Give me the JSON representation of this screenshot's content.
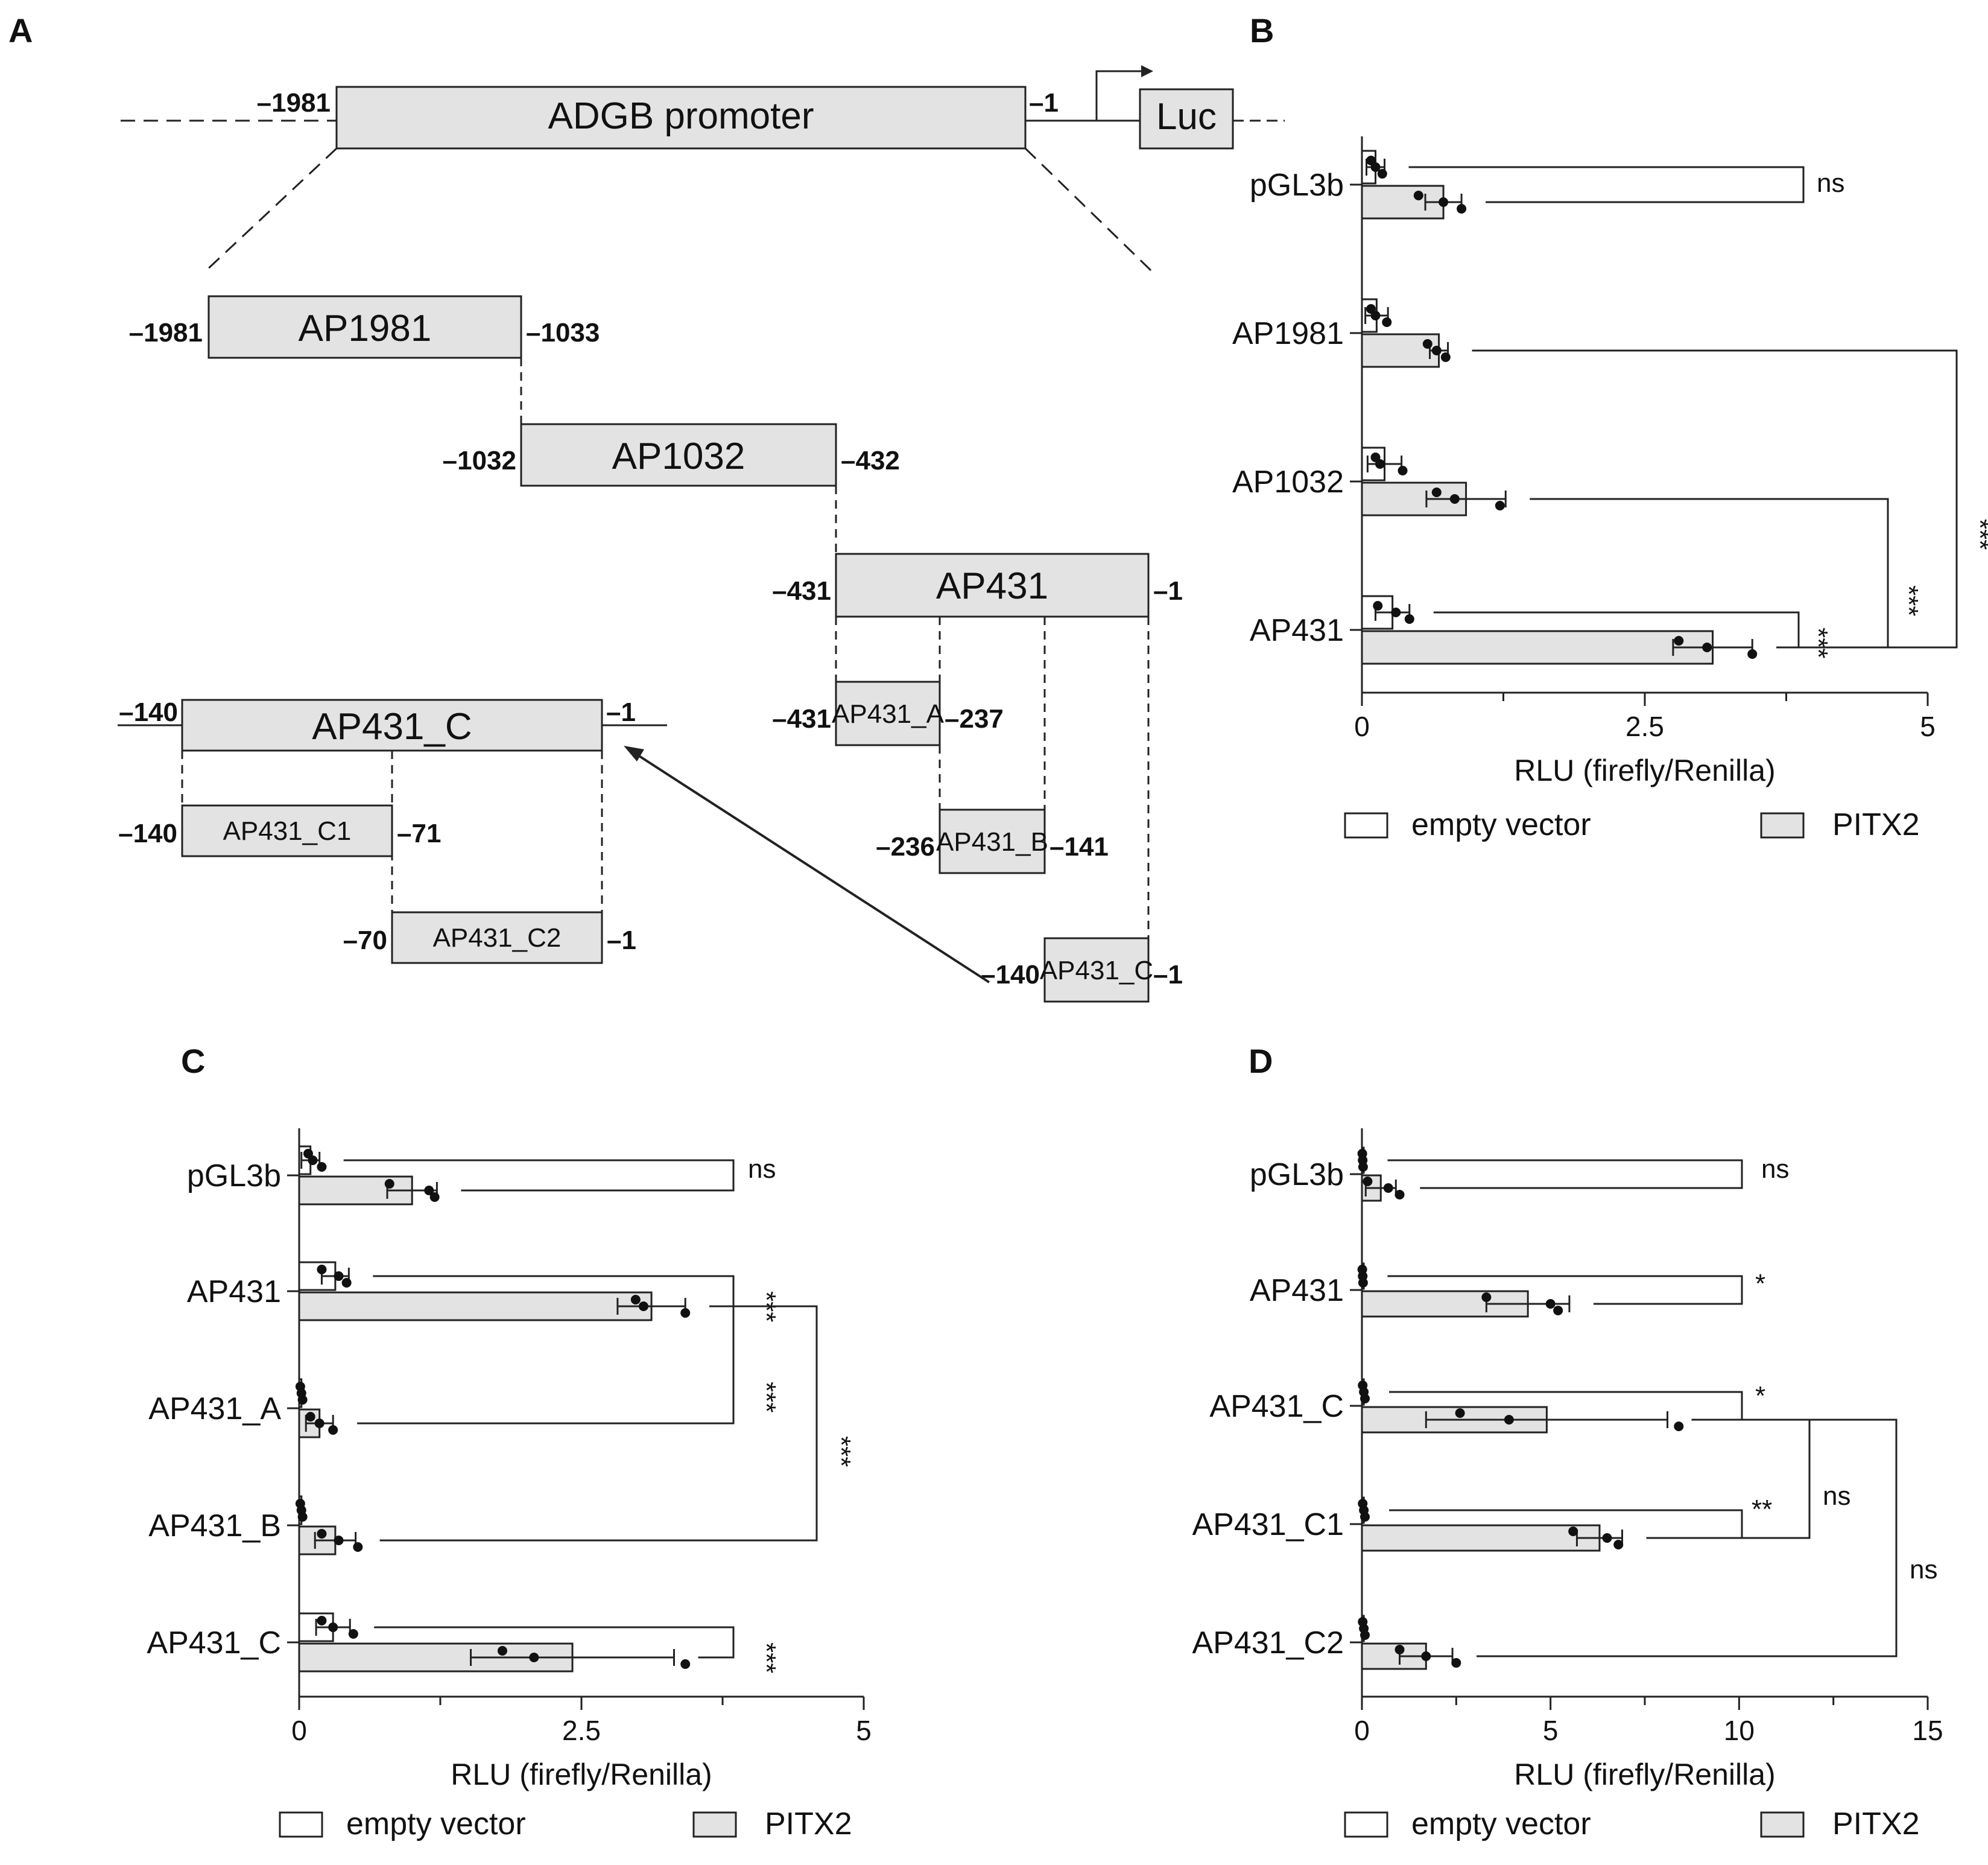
{
  "panels": {
    "A": {
      "label": "A",
      "promoter": {
        "name": "ADGB promoter",
        "start": "–1981",
        "end": "–1",
        "reporter": "Luc"
      },
      "constructs": [
        {
          "id": "AP1981",
          "name": "AP1981",
          "start": "–1981",
          "end": "–1033"
        },
        {
          "id": "AP1032",
          "name": "AP1032",
          "start": "–1032",
          "end": "–432"
        },
        {
          "id": "AP431",
          "name": "AP431",
          "start": "–431",
          "end": "–1"
        },
        {
          "id": "AP431_A",
          "name": "AP431_A",
          "start": "–431",
          "end": "–237"
        },
        {
          "id": "AP431_B",
          "name": "AP431_B",
          "start": "–236",
          "end": "–141"
        },
        {
          "id": "AP431_C",
          "name": "AP431_C",
          "start": "–140",
          "end": "–1"
        },
        {
          "id": "AP431_C_zoom",
          "name": "AP431_C",
          "start": "–140",
          "end": "–1"
        },
        {
          "id": "AP431_C1",
          "name": "AP431_C1",
          "start": "–140",
          "end": "–71"
        },
        {
          "id": "AP431_C2",
          "name": "AP431_C2",
          "start": "–70",
          "end": "–1"
        }
      ]
    },
    "B": {
      "label": "B"
    },
    "C": {
      "label": "C"
    },
    "D": {
      "label": "D"
    }
  },
  "legend": {
    "empty_vector": "empty vector",
    "pitx2": "PITX2"
  },
  "colors": {
    "empty_fill": "#ffffff",
    "pitx2_fill": "#e3e3e3",
    "stroke": "#222222"
  },
  "chart_data": [
    {
      "panel": "B",
      "type": "bar",
      "orientation": "horizontal",
      "xlabel": "RLU (firefly/Renilla)",
      "xlim": [
        0,
        5
      ],
      "xticks": [
        0,
        2.5,
        5
      ],
      "xtick_labels": [
        "0",
        "2.5",
        "5"
      ],
      "categories": [
        "pGL3b",
        "AP1981",
        "AP1032",
        "AP431"
      ],
      "series": [
        {
          "name": "empty vector",
          "values": [
            0.12,
            0.13,
            0.2,
            0.27
          ],
          "errors": [
            0.08,
            0.1,
            0.15,
            0.15
          ],
          "points": [
            [
              0.08,
              0.12,
              0.18
            ],
            [
              0.08,
              0.12,
              0.22
            ],
            [
              0.12,
              0.16,
              0.36
            ],
            [
              0.14,
              0.3,
              0.42
            ]
          ]
        },
        {
          "name": "PITX2",
          "values": [
            0.72,
            0.68,
            0.92,
            3.1
          ],
          "errors": [
            0.16,
            0.08,
            0.35,
            0.35
          ],
          "points": [
            [
              0.5,
              0.72,
              0.88
            ],
            [
              0.58,
              0.66,
              0.74
            ],
            [
              0.66,
              0.82,
              1.22
            ],
            [
              2.8,
              3.05,
              3.45
            ]
          ]
        }
      ],
      "significance": [
        {
          "label": "ns",
          "from": "pGL3b empty vector",
          "to": "pGL3b PITX2"
        },
        {
          "label": "***",
          "from": "AP431 empty vector",
          "to": "AP431 PITX2"
        },
        {
          "label": "***",
          "from": "AP1032 PITX2",
          "to": "AP431 PITX2"
        },
        {
          "label": "***",
          "from": "AP1981 PITX2",
          "to": "AP431 PITX2"
        }
      ]
    },
    {
      "panel": "C",
      "type": "bar",
      "orientation": "horizontal",
      "xlabel": "RLU (firefly/Renilla)",
      "xlim": [
        0,
        5
      ],
      "xticks": [
        0,
        2.5,
        5
      ],
      "xtick_labels": [
        "0",
        "2.5",
        "5"
      ],
      "categories": [
        "pGL3b",
        "AP431",
        "AP431_A",
        "AP431_B",
        "AP431_C"
      ],
      "series": [
        {
          "name": "empty vector",
          "values": [
            0.1,
            0.32,
            0.02,
            0.02,
            0.3
          ],
          "errors": [
            0.08,
            0.12,
            0.02,
            0.02,
            0.15
          ],
          "points": [
            [
              0.08,
              0.12,
              0.2
            ],
            [
              0.2,
              0.35,
              0.42
            ],
            [
              0.01,
              0.02,
              0.03
            ],
            [
              0.01,
              0.02,
              0.03
            ],
            [
              0.2,
              0.3,
              0.48
            ]
          ]
        },
        {
          "name": "PITX2",
          "values": [
            1.0,
            3.12,
            0.18,
            0.32,
            2.42
          ],
          "errors": [
            0.22,
            0.3,
            0.12,
            0.18,
            0.9
          ],
          "points": [
            [
              0.8,
              1.15,
              1.2
            ],
            [
              2.98,
              3.05,
              3.42
            ],
            [
              0.1,
              0.18,
              0.3
            ],
            [
              0.2,
              0.35,
              0.52
            ],
            [
              1.8,
              2.08,
              3.42
            ]
          ]
        }
      ],
      "significance": [
        {
          "label": "ns",
          "from": "pGL3b empty vector",
          "to": "pGL3b PITX2"
        },
        {
          "label": "***",
          "from": "AP431 empty vector",
          "to": "AP431 PITX2"
        },
        {
          "label": "***",
          "from": "AP431 PITX2",
          "to": "AP431_A PITX2"
        },
        {
          "label": "***",
          "from": "AP431 PITX2",
          "to": "AP431_B PITX2"
        },
        {
          "label": "***",
          "from": "AP431_C empty vector",
          "to": "AP431_C PITX2"
        }
      ]
    },
    {
      "panel": "D",
      "type": "bar",
      "orientation": "horizontal",
      "xlabel": "RLU (firefly/Renilla)",
      "xlim": [
        0,
        15
      ],
      "xticks": [
        0,
        5,
        10,
        15
      ],
      "xtick_labels": [
        "0",
        "5",
        "10",
        "15"
      ],
      "categories": [
        "pGL3b",
        "AP431",
        "AP431_C",
        "AP431_C1",
        "AP431_C2"
      ],
      "series": [
        {
          "name": "empty vector",
          "values": [
            0.02,
            0.02,
            0.05,
            0.05,
            0.05
          ],
          "errors": [
            0.02,
            0.02,
            0.03,
            0.03,
            0.03
          ],
          "points": [
            [
              0.01,
              0.02,
              0.03
            ],
            [
              0.01,
              0.02,
              0.03
            ],
            [
              0.02,
              0.05,
              0.08
            ],
            [
              0.02,
              0.05,
              0.08
            ],
            [
              0.02,
              0.05,
              0.08
            ]
          ]
        },
        {
          "name": "PITX2",
          "values": [
            0.5,
            4.4,
            4.9,
            6.3,
            1.7
          ],
          "errors": [
            0.4,
            1.1,
            3.2,
            0.6,
            0.7
          ],
          "points": [
            [
              0.15,
              0.7,
              1.0
            ],
            [
              3.3,
              5.0,
              5.2
            ],
            [
              2.6,
              3.9,
              8.4
            ],
            [
              5.6,
              6.5,
              6.8
            ],
            [
              1.0,
              1.7,
              2.5
            ]
          ]
        }
      ],
      "significance": [
        {
          "label": "ns",
          "from": "pGL3b empty vector",
          "to": "pGL3b PITX2"
        },
        {
          "label": "*",
          "from": "AP431 empty vector",
          "to": "AP431 PITX2"
        },
        {
          "label": "*",
          "from": "AP431_C empty vector",
          "to": "AP431_C PITX2"
        },
        {
          "label": "**",
          "from": "AP431_C1 empty vector",
          "to": "AP431_C1 PITX2"
        },
        {
          "label": "ns",
          "from": "AP431_C PITX2",
          "to": "AP431_C1 PITX2"
        },
        {
          "label": "ns",
          "from": "AP431_C PITX2",
          "to": "AP431_C2 PITX2"
        }
      ]
    }
  ]
}
